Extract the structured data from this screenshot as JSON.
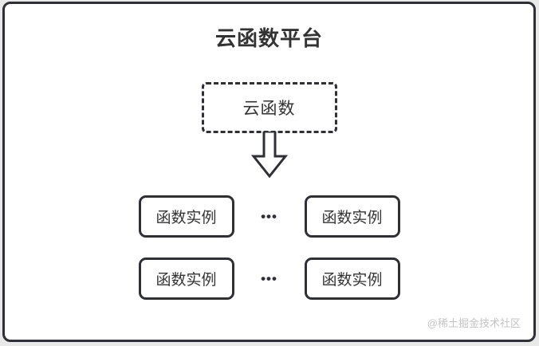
{
  "diagram": {
    "title": "云函数平台",
    "cloud_function_label": "云函数",
    "ellipsis": "•••",
    "instance_rows": [
      {
        "left": "函数实例",
        "right": "函数实例"
      },
      {
        "left": "函数实例",
        "right": "函数实例"
      }
    ],
    "watermark": "@稀土掘金技术社区",
    "colors": {
      "border": "#2f3037",
      "text": "#333333",
      "background": "#ffffff",
      "page_background": "#e9e9e9",
      "watermark": "#c4c4c4"
    }
  }
}
